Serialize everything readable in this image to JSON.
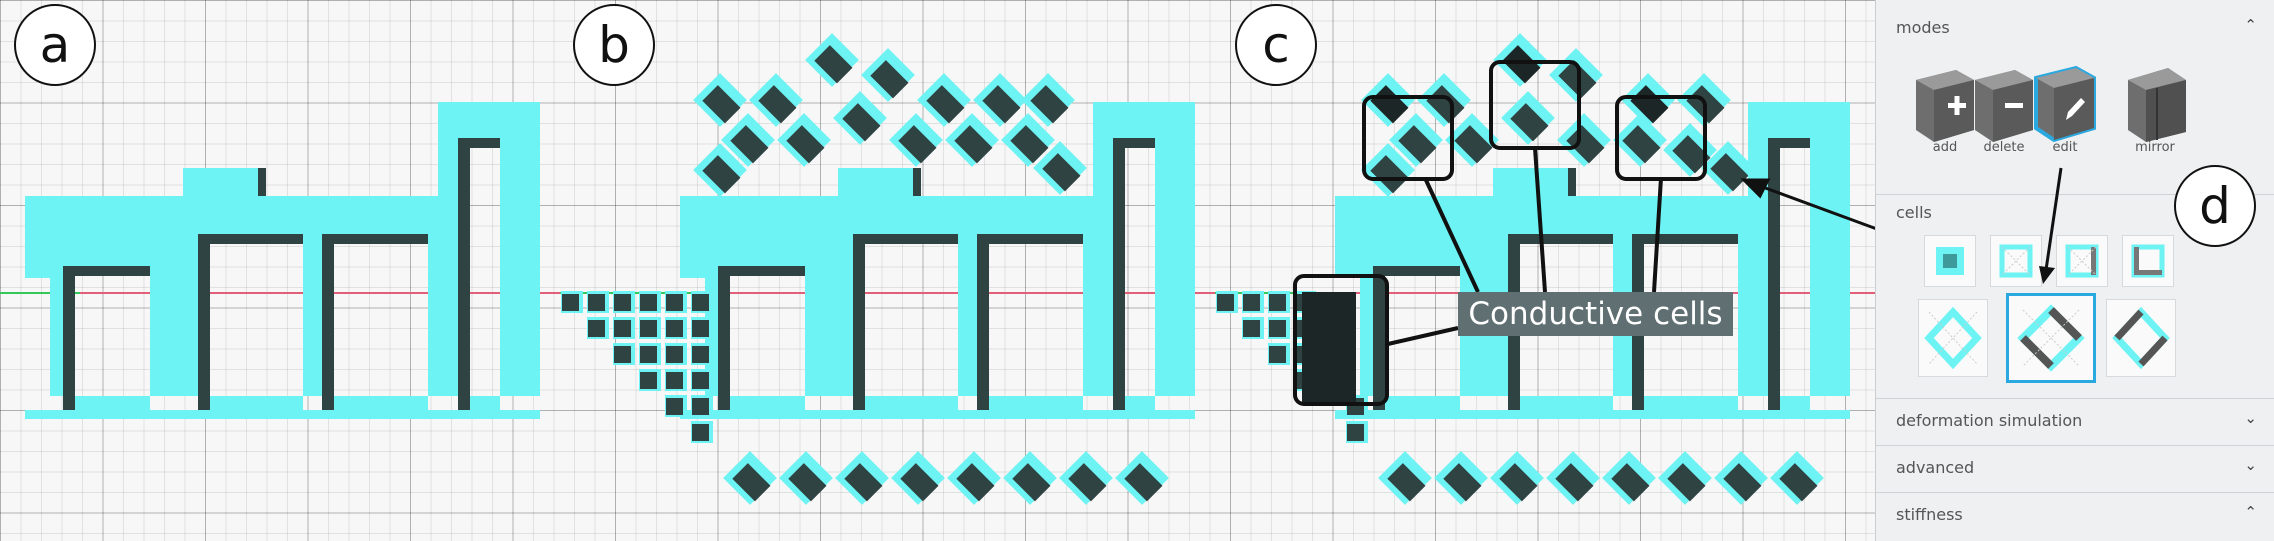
{
  "panels": {
    "a": "a",
    "b": "b",
    "c": "c",
    "d": "d"
  },
  "callout": "Conductive cells",
  "sidebar": {
    "modes": {
      "title": "modes",
      "items": [
        {
          "label": "add",
          "icon": "add-cube-icon"
        },
        {
          "label": "delete",
          "icon": "delete-cube-icon"
        },
        {
          "label": "edit",
          "icon": "edit-cube-icon"
        },
        {
          "label": "mirror",
          "icon": "mirror-cube-icon"
        }
      ]
    },
    "cells": {
      "title": "cells"
    },
    "sections": [
      {
        "title": "deformation simulation"
      },
      {
        "title": "advanced"
      },
      {
        "title": "stiffness"
      }
    ]
  },
  "colors": {
    "cyan": "#6df3f3",
    "shadow": "#2f4342",
    "selection": "#2aa8e0",
    "callout": "#5f6f72"
  }
}
